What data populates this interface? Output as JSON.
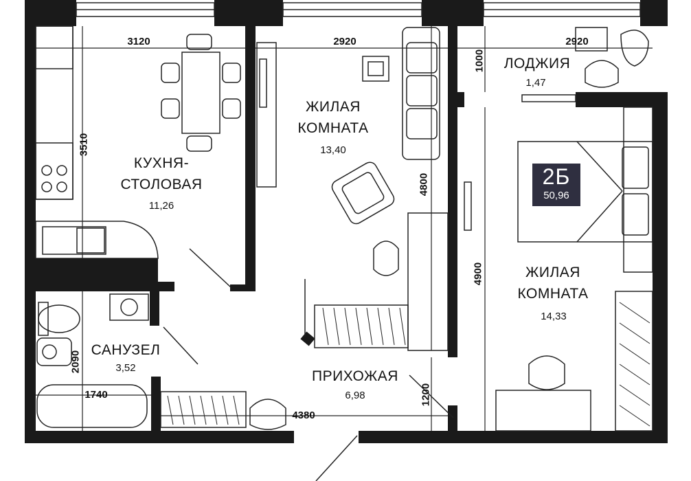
{
  "plan": {
    "apartment_code": "2Б",
    "total_area": "50,96",
    "rooms": [
      {
        "name_lines": [
          "КУХНЯ-",
          "СТОЛОВАЯ"
        ],
        "area": "11,26"
      },
      {
        "name_lines": [
          "ЖИЛАЯ",
          "КОМНАТА"
        ],
        "area": "13,40"
      },
      {
        "name_lines": [
          "ЛОДЖИЯ"
        ],
        "area": "1,47"
      },
      {
        "name_lines": [
          "ЖИЛАЯ",
          "КОМНАТА"
        ],
        "area": "14,33"
      },
      {
        "name_lines": [
          "САНУЗЕЛ"
        ],
        "area": "3,52"
      },
      {
        "name_lines": [
          "ПРИХОЖАЯ"
        ],
        "area": "6,98"
      }
    ],
    "dimensions": {
      "kitchen_width": "3120",
      "living_width": "2920",
      "loggia_width": "2920",
      "kitchen_depth": "3510",
      "loggia_depth": "1000",
      "living_depth": "4800",
      "bedroom_depth": "4900",
      "bath_depth": "2090",
      "bath_width": "1740",
      "hall_width": "4380",
      "hall_depth": "1200"
    },
    "colors": {
      "wall": "#1a1a1a",
      "badge": "#2f2f40",
      "furniture_stroke": "#222222"
    }
  }
}
